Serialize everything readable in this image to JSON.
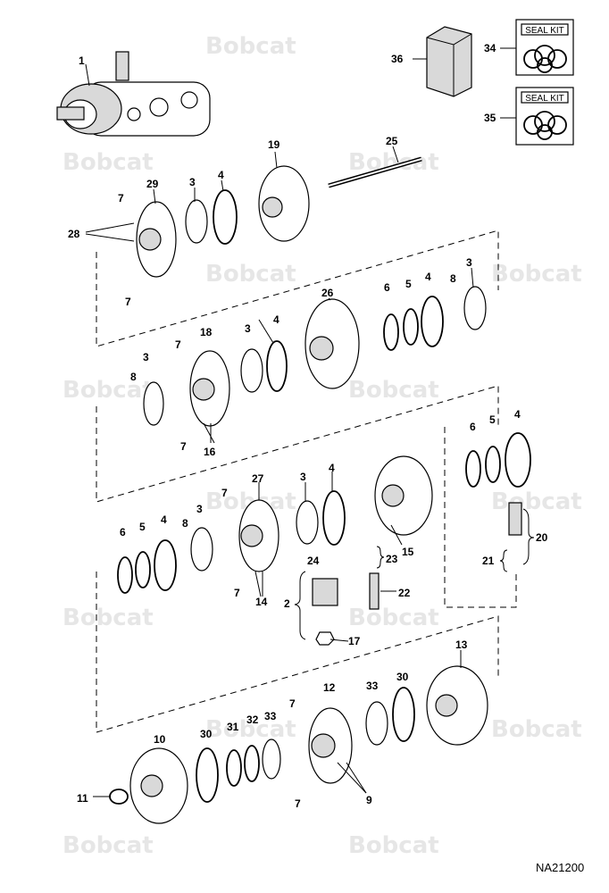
{
  "watermark": "Bobcat",
  "drawing_code": "NA21200",
  "kit_label": "SEAL KIT",
  "callouts": [
    "1",
    "2",
    "3",
    "4",
    "5",
    "6",
    "7",
    "8",
    "9",
    "10",
    "11",
    "12",
    "13",
    "14",
    "15",
    "16",
    "17",
    "18",
    "19",
    "20",
    "21",
    "22",
    "23",
    "24",
    "25",
    "26",
    "27",
    "28",
    "29",
    "30",
    "31",
    "32",
    "33",
    "34",
    "35",
    "36"
  ]
}
